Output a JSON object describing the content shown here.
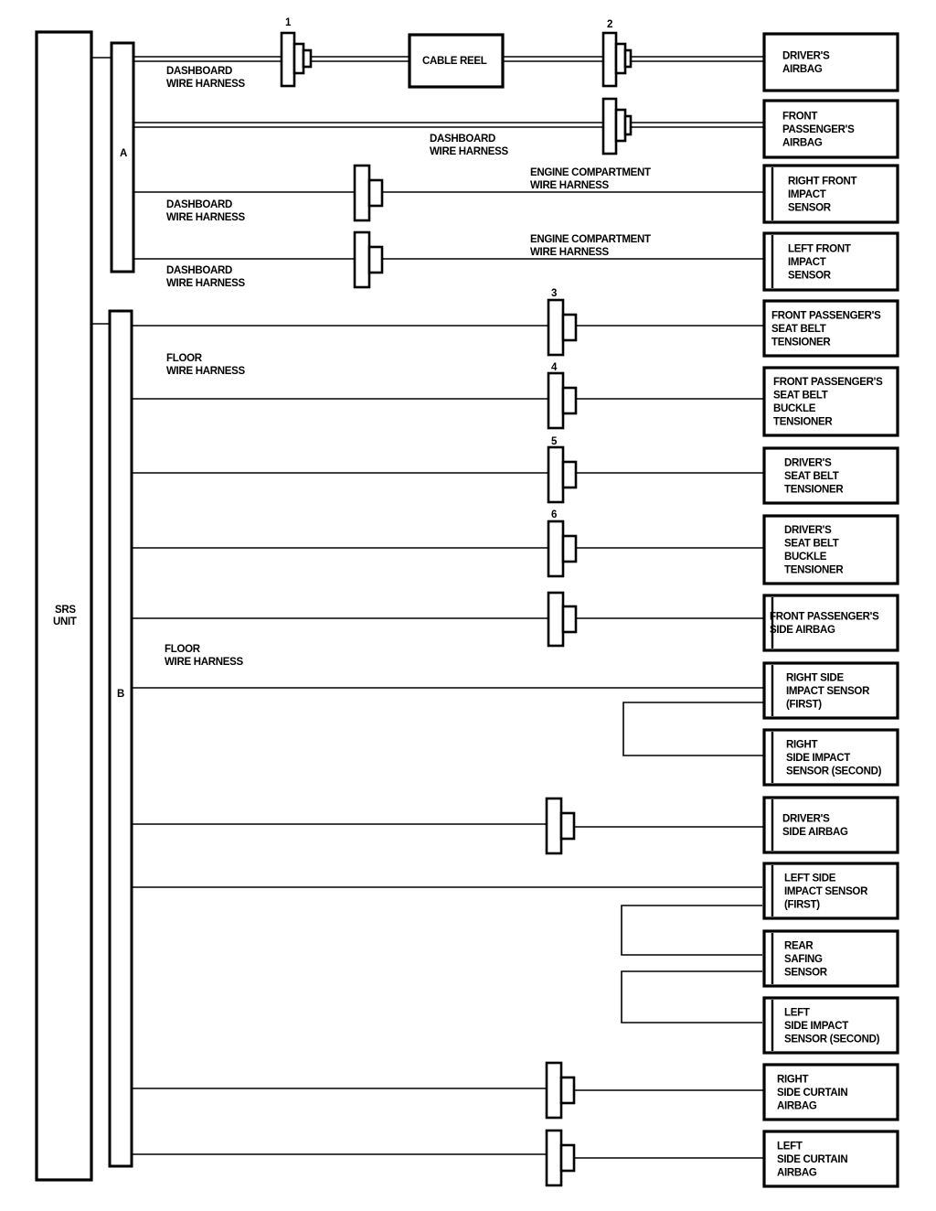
{
  "srs_unit": {
    "line1": "SRS",
    "line2": "UNIT"
  },
  "buses": {
    "a": "A",
    "b": "B"
  },
  "cable_reel": "CABLE REEL",
  "harness_labels": {
    "dash1": [
      "DASHBOARD",
      "WIRE HARNESS"
    ],
    "dash2": [
      "DASHBOARD",
      "WIRE HARNESS"
    ],
    "dash3": [
      "DASHBOARD",
      "WIRE HARNESS"
    ],
    "dash4": [
      "DASHBOARD",
      "WIRE HARNESS"
    ],
    "engine1": [
      "ENGINE COMPARTMENT",
      "WIRE HARNESS"
    ],
    "engine2": [
      "ENGINE COMPARTMENT",
      "WIRE HARNESS"
    ],
    "floor1": [
      "FLOOR",
      "WIRE HARNESS"
    ],
    "floor2": [
      "FLOOR",
      "WIRE HARNESS"
    ]
  },
  "connector_numbers": {
    "c1": "1",
    "c2": "2",
    "c3": "3",
    "c4": "4",
    "c5": "5",
    "c6": "6"
  },
  "components": [
    {
      "id": "driver-airbag",
      "lines": [
        "DRIVER'S",
        "AIRBAG"
      ]
    },
    {
      "id": "front-passenger-airbag",
      "lines": [
        "FRONT",
        "PASSENGER'S",
        "AIRBAG"
      ]
    },
    {
      "id": "right-front-impact-sensor",
      "lines": [
        "RIGHT FRONT",
        "IMPACT",
        "SENSOR"
      ]
    },
    {
      "id": "left-front-impact-sensor",
      "lines": [
        "LEFT FRONT",
        "IMPACT",
        "SENSOR"
      ]
    },
    {
      "id": "front-passenger-seat-belt-tensioner",
      "lines": [
        "FRONT PASSENGER'S",
        "SEAT BELT",
        "TENSIONER"
      ]
    },
    {
      "id": "front-passenger-seat-belt-buckle-tensioner",
      "lines": [
        "FRONT PASSENGER'S",
        "SEAT BELT",
        "BUCKLE",
        "TENSIONER"
      ]
    },
    {
      "id": "driver-seat-belt-tensioner",
      "lines": [
        "DRIVER'S",
        "SEAT BELT",
        "TENSIONER"
      ]
    },
    {
      "id": "driver-seat-belt-buckle-tensioner",
      "lines": [
        "DRIVER'S",
        "SEAT BELT",
        "BUCKLE",
        "TENSIONER"
      ]
    },
    {
      "id": "front-passenger-side-airbag",
      "lines": [
        "FRONT PASSENGER'S",
        "SIDE AIRBAG"
      ]
    },
    {
      "id": "right-side-impact-sensor-first",
      "lines": [
        "RIGHT SIDE",
        "IMPACT SENSOR",
        "(FIRST)"
      ]
    },
    {
      "id": "right-side-impact-sensor-second",
      "lines": [
        "RIGHT",
        "SIDE IMPACT",
        "SENSOR (SECOND)"
      ]
    },
    {
      "id": "driver-side-airbag",
      "lines": [
        "DRIVER'S",
        "SIDE AIRBAG"
      ]
    },
    {
      "id": "left-side-impact-sensor-first",
      "lines": [
        "LEFT SIDE",
        "IMPACT SENSOR",
        "(FIRST)"
      ]
    },
    {
      "id": "rear-safing-sensor",
      "lines": [
        "REAR",
        "SAFING",
        "SENSOR"
      ]
    },
    {
      "id": "left-side-impact-sensor-second",
      "lines": [
        "LEFT",
        "SIDE IMPACT",
        "SENSOR (SECOND)"
      ]
    },
    {
      "id": "right-side-curtain-airbag",
      "lines": [
        "RIGHT",
        "SIDE CURTAIN",
        "AIRBAG"
      ]
    },
    {
      "id": "left-side-curtain-airbag",
      "lines": [
        "LEFT",
        "SIDE CURTAIN",
        "AIRBAG"
      ]
    }
  ]
}
